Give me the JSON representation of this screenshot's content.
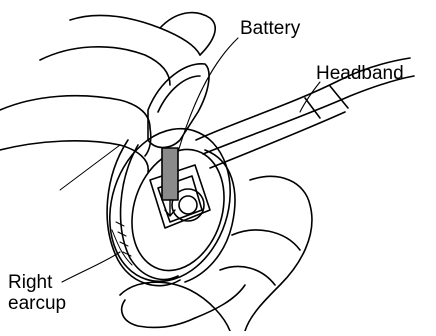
{
  "labels": {
    "battery": "Battery",
    "headband": "Headband",
    "right_line1": "Right",
    "right_line2": "earcup"
  },
  "colors": {
    "ink": "#000000",
    "paper": "#ffffff",
    "battery_fill": "#8a8a8a"
  }
}
